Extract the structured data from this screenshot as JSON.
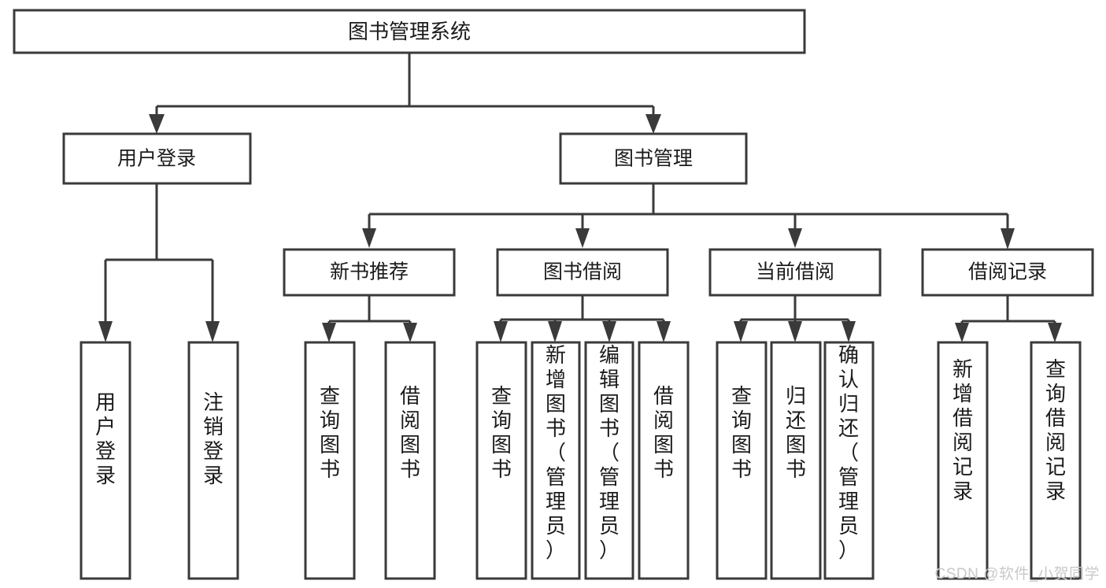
{
  "diagram": {
    "type": "tree",
    "title": "图书管理系统",
    "root": {
      "id": "root",
      "label": "图书管理系统"
    },
    "level2": [
      {
        "id": "user-login",
        "label": "用户登录"
      },
      {
        "id": "book-manage",
        "label": "图书管理"
      }
    ],
    "level3": [
      {
        "id": "new-book-recommend",
        "label": "新书推荐",
        "parent": "book-manage"
      },
      {
        "id": "book-borrow",
        "label": "图书借阅",
        "parent": "book-manage"
      },
      {
        "id": "current-borrow",
        "label": "当前借阅",
        "parent": "book-manage"
      },
      {
        "id": "borrow-record",
        "label": "借阅记录",
        "parent": "book-manage"
      }
    ],
    "leaves": {
      "user-login": [
        {
          "id": "leaf-user-login",
          "label": "用户登录"
        },
        {
          "id": "leaf-user-logout",
          "label": "注销登录"
        }
      ],
      "new-book-recommend": [
        {
          "id": "leaf-query-book-1",
          "label": "查询图书"
        },
        {
          "id": "leaf-borrow-book-1",
          "label": "借阅图书"
        }
      ],
      "book-borrow": [
        {
          "id": "leaf-query-book-2",
          "label": "查询图书"
        },
        {
          "id": "leaf-add-book",
          "label": "新增图书（管理员）"
        },
        {
          "id": "leaf-edit-book",
          "label": "编辑图书（管理员）"
        },
        {
          "id": "leaf-borrow-book-2",
          "label": "借阅图书"
        }
      ],
      "current-borrow": [
        {
          "id": "leaf-query-book-3",
          "label": "查询图书"
        },
        {
          "id": "leaf-return-book",
          "label": "归还图书"
        },
        {
          "id": "leaf-confirm-return",
          "label": "确认归还（管理员）"
        }
      ],
      "borrow-record": [
        {
          "id": "leaf-add-record",
          "label": "新增借阅记录"
        },
        {
          "id": "leaf-query-record",
          "label": "查询借阅记录"
        }
      ]
    }
  },
  "watermark": {
    "text": "CSDN @软件_小贺同学"
  },
  "colors": {
    "stroke": "#3a3a3a",
    "fill": "#ffffff",
    "text": "#1b1b1b",
    "watermark": "#c9c9c9"
  }
}
